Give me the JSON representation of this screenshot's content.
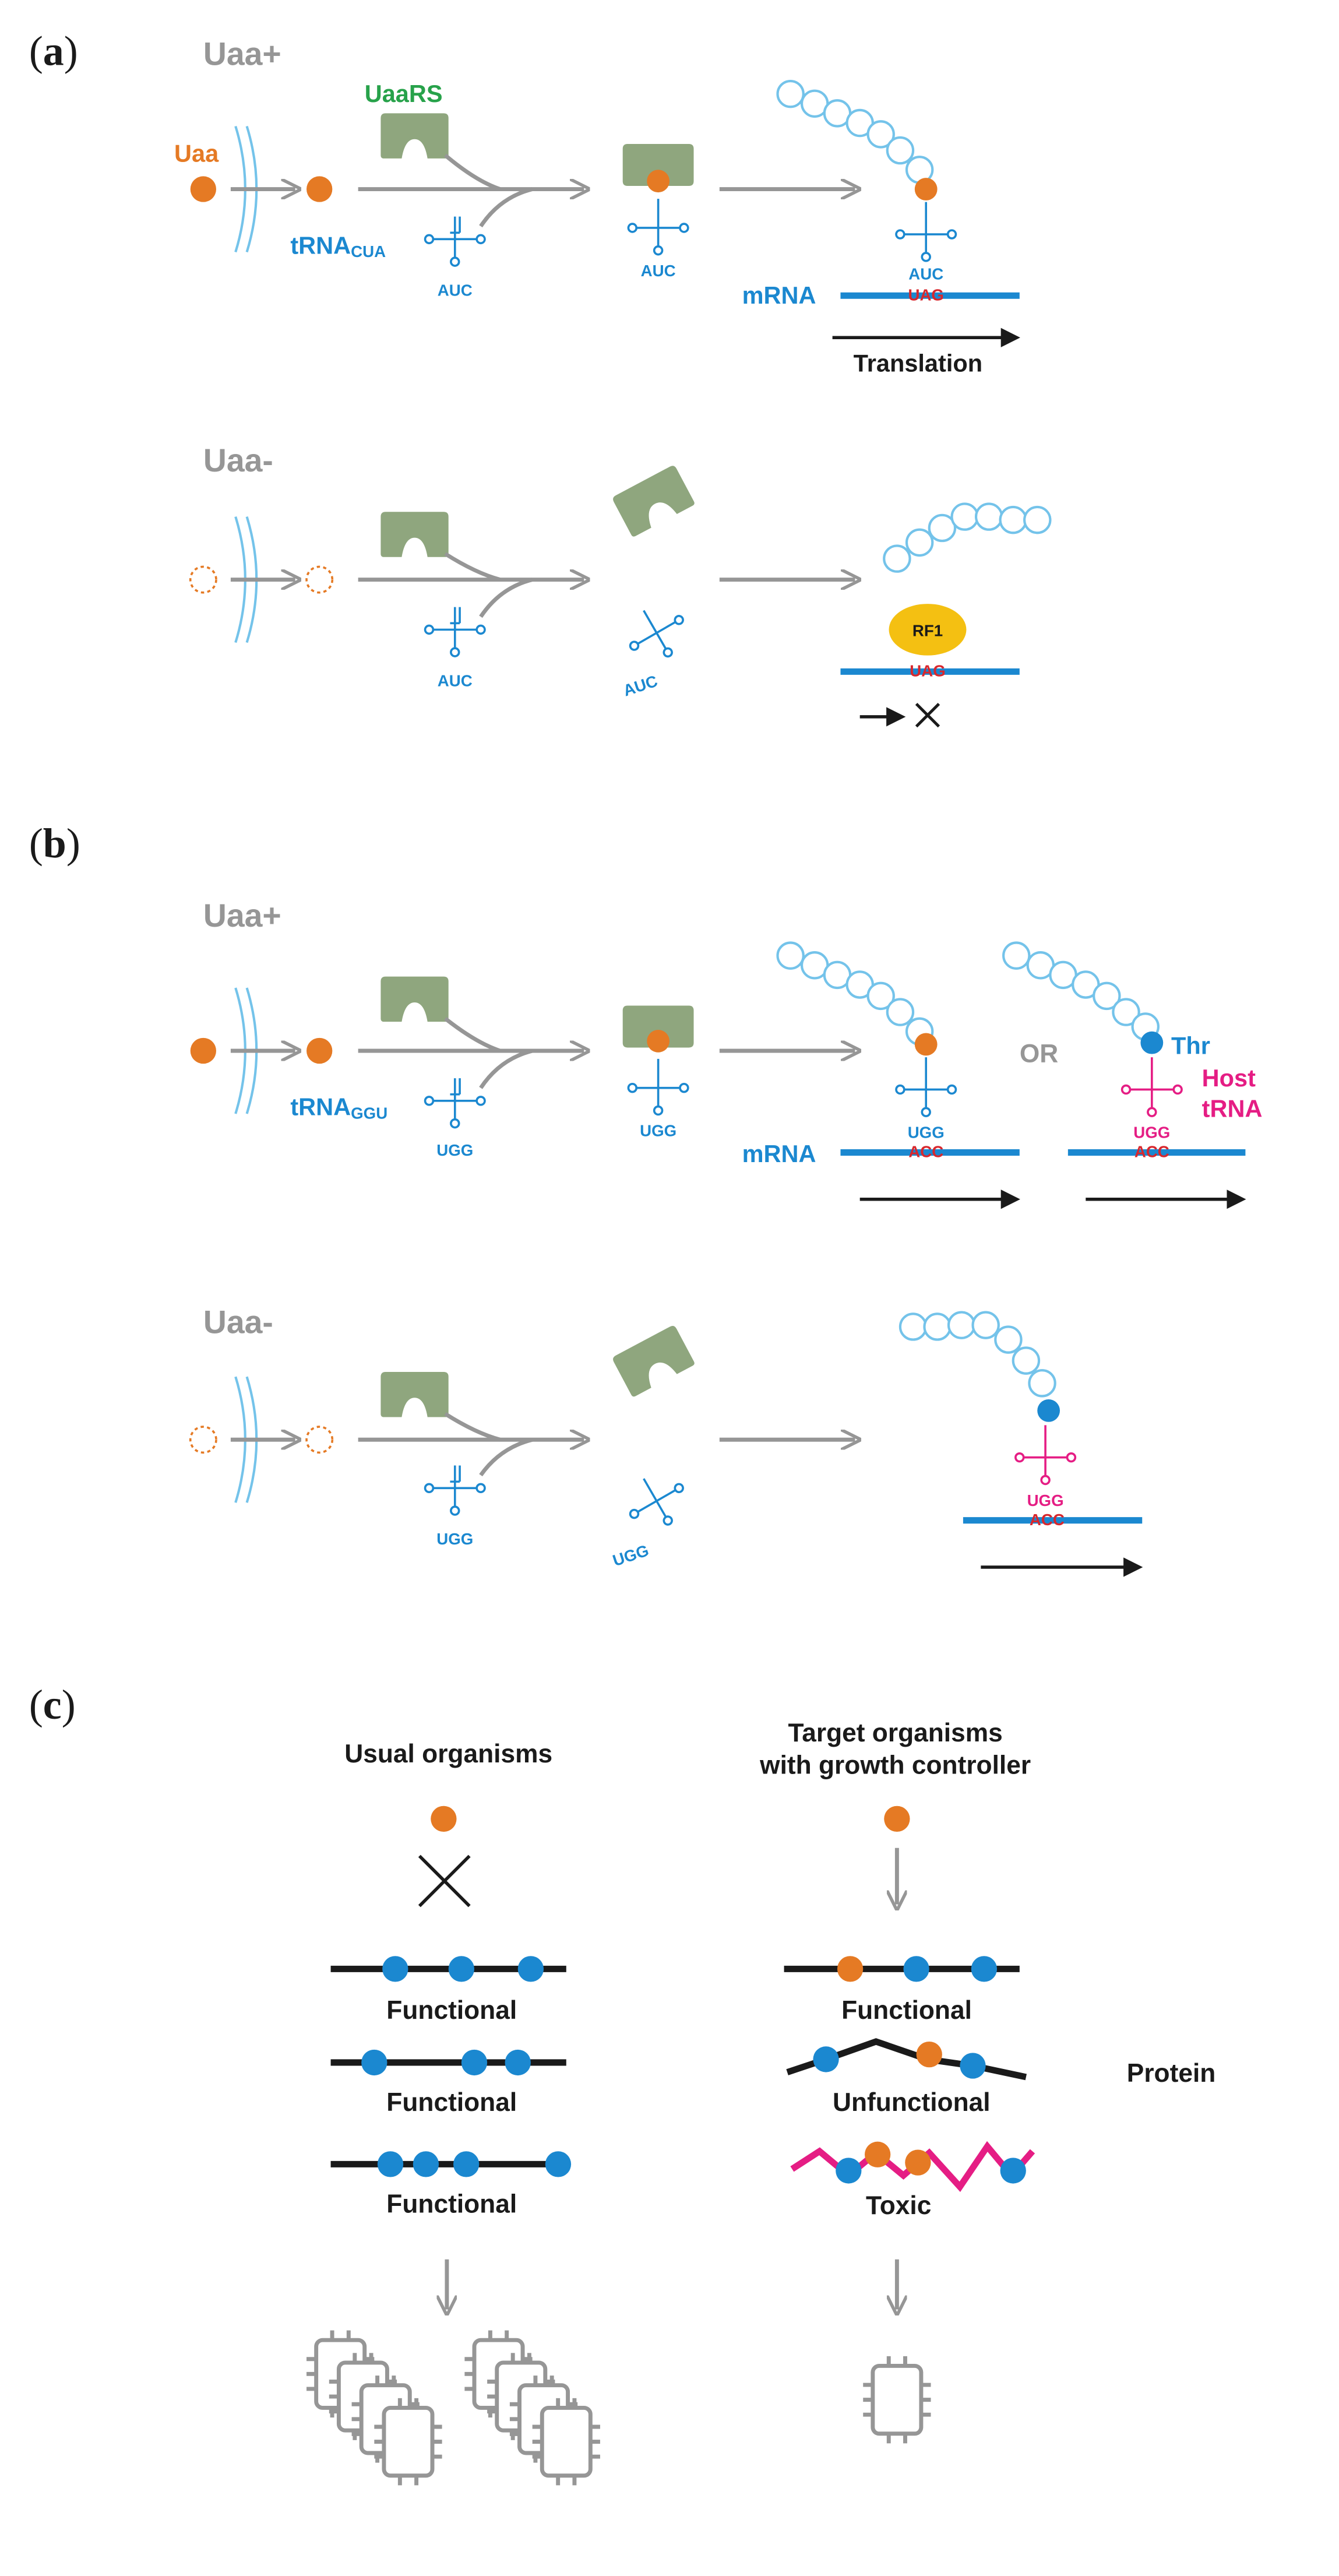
{
  "colors": {
    "gray": "#969696",
    "orange": "#e57a24",
    "blue": "#1b88d0",
    "lightblue": "#74c3ea",
    "green": "#8fa67e",
    "red": "#d8272d",
    "magenta": "#e51d84",
    "yellow": "#f4c012",
    "black": "#1a1a1a",
    "labelgreen": "#27a24a"
  },
  "panel_a": {
    "label": "a",
    "uaa_plus": {
      "header": "Uaa+",
      "uaa_label": "Uaa",
      "synthetase_label": "UaaRS",
      "trna_label_main": "tRNA",
      "trna_label_sub": "CUA",
      "anticodon_free": "AUC",
      "anticodon_charged": "AUC",
      "anticodon_ribo": "AUC",
      "codon": "UAG",
      "mrna_label": "mRNA",
      "translation_label": "Translation"
    },
    "uaa_minus": {
      "header": "Uaa-",
      "anticodon_free": "AUC",
      "anticodon_released": "AUC",
      "release_factor": "RF1",
      "codon": "UAG"
    }
  },
  "panel_b": {
    "label": "b",
    "uaa_plus": {
      "header": "Uaa+",
      "trna_label_main": "tRNA",
      "trna_label_sub": "GGU",
      "anticodon_free": "UGG",
      "anticodon_charged": "UGG",
      "anticodon_ribo": "UGG",
      "codon": "ACC",
      "mrna_label": "mRNA",
      "or_label": "OR",
      "thr_label": "Thr",
      "host_trna_line1": "Host",
      "host_trna_line2": "tRNA",
      "host_anticodon": "UGG",
      "host_codon": "ACC"
    },
    "uaa_minus": {
      "header": "Uaa-",
      "anticodon_free": "UGG",
      "anticodon_released": "UGG",
      "host_anticodon": "UGG",
      "host_codon": "ACC"
    }
  },
  "panel_c": {
    "label": "c",
    "left_title": "Usual organisms",
    "right_title_line1": "Target organisms",
    "right_title_line2": "with growth controller",
    "left_proteins": [
      "Functional",
      "Functional",
      "Functional"
    ],
    "right_proteins": [
      "Functional",
      "Unfunctional",
      "Toxic"
    ],
    "protein_label": "Protein"
  }
}
